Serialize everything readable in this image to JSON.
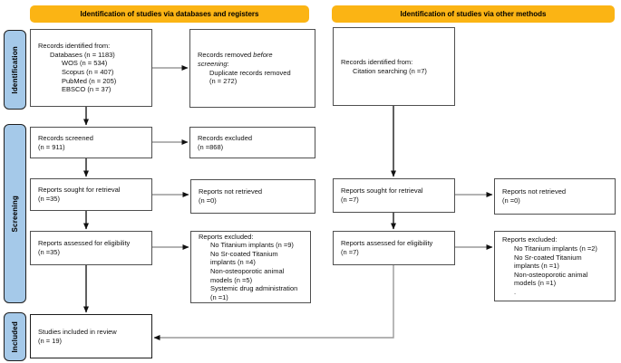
{
  "colors": {
    "header_bg": "#FBB414",
    "stage_bg": "#A5C9E9"
  },
  "headers": {
    "databases": "Identification of studies via databases and registers",
    "other": "Identification of studies via other methods"
  },
  "stages": {
    "identification": "Identification",
    "screening": "Screening",
    "included": "Included"
  },
  "boxes": {
    "records_identified_db": {
      "lines": [
        {
          "t": "Records identified from:",
          "ind": 0
        },
        {
          "t": "Databases (n = 1183)",
          "ind": 1
        },
        {
          "t": "WOS (n = 534)",
          "ind": 2
        },
        {
          "t": "Scopus (n = 407)",
          "ind": 2
        },
        {
          "t": "PubMed (n = 205)",
          "ind": 2
        },
        {
          "t": "EBSCO (n = 37)",
          "ind": 2
        }
      ]
    },
    "records_removed": {
      "lines": [
        {
          "ind": 0,
          "segs": [
            {
              "t": "Records removed "
            },
            {
              "t": "before",
              "i": true
            }
          ]
        },
        {
          "ind": 0,
          "segs": [
            {
              "t": "screening",
              "i": true
            },
            {
              "t": ":"
            }
          ]
        },
        {
          "t": "Duplicate records removed",
          "ind": 1
        },
        {
          "t": "(n = 272)",
          "ind": 1
        }
      ]
    },
    "records_screened": {
      "lines": [
        {
          "t": "Records screened",
          "ind": 0
        },
        {
          "t": "(n = 911)",
          "ind": 0
        }
      ]
    },
    "records_excluded": {
      "lines": [
        {
          "t": "Records excluded",
          "ind": 0
        },
        {
          "t": "(n =868)",
          "ind": 0
        }
      ]
    },
    "reports_sought_db": {
      "lines": [
        {
          "t": "Reports sought for retrieval",
          "ind": 0
        },
        {
          "t": "(n =35)",
          "ind": 0
        }
      ]
    },
    "reports_not_retrieved_db": {
      "lines": [
        {
          "t": "Reports not retrieved",
          "ind": 0
        },
        {
          "t": "(n =0)",
          "ind": 0
        }
      ]
    },
    "reports_assessed_db": {
      "lines": [
        {
          "t": "Reports assessed for eligibility",
          "ind": 0
        },
        {
          "t": "(n =35)",
          "ind": 0
        }
      ]
    },
    "reports_excluded_db": {
      "lines": [
        {
          "t": "Reports excluded:",
          "ind": 0
        },
        {
          "t": "No Titanium implants (n =9)",
          "ind": 1
        },
        {
          "t": "No Sr-coated Titanium",
          "ind": 1
        },
        {
          "t": "implants (n =4)",
          "ind": 1
        },
        {
          "t": "Non-osteoporotic animal",
          "ind": 1
        },
        {
          "t": "models (n =5)",
          "ind": 1
        },
        {
          "t": "Systemic drug administration",
          "ind": 1
        },
        {
          "t": "(n =1)",
          "ind": 1
        }
      ]
    },
    "studies_included": {
      "lines": [
        {
          "t": "Studies included in review",
          "ind": 0
        },
        {
          "t": "(n = 19)",
          "ind": 0
        }
      ]
    },
    "records_identified_other": {
      "lines": [
        {
          "t": "Records identified from:",
          "ind": 0
        },
        {
          "t": "Citation searching (n =7)",
          "ind": 1
        }
      ]
    },
    "reports_sought_other": {
      "lines": [
        {
          "t": "Reports sought for retrieval",
          "ind": 0
        },
        {
          "t": "(n =7)",
          "ind": 0
        }
      ]
    },
    "reports_not_retrieved_other": {
      "lines": [
        {
          "t": "Reports not retrieved",
          "ind": 0
        },
        {
          "t": "(n =0)",
          "ind": 0
        }
      ]
    },
    "reports_assessed_other": {
      "lines": [
        {
          "t": "Reports assessed for eligibility",
          "ind": 0
        },
        {
          "t": "(n =7)",
          "ind": 0
        }
      ]
    },
    "reports_excluded_other": {
      "lines": [
        {
          "t": "Reports excluded:",
          "ind": 0
        },
        {
          "t": "No Titanium implants (n =2)",
          "ind": 1
        },
        {
          "t": "No Sr-coated Titanium",
          "ind": 1
        },
        {
          "t": "implants (n =1)",
          "ind": 1
        },
        {
          "t": "Non-osteoporotic animal",
          "ind": 1
        },
        {
          "t": "models (n =1)",
          "ind": 1
        },
        {
          "t": ".",
          "ind": 1
        }
      ]
    }
  }
}
